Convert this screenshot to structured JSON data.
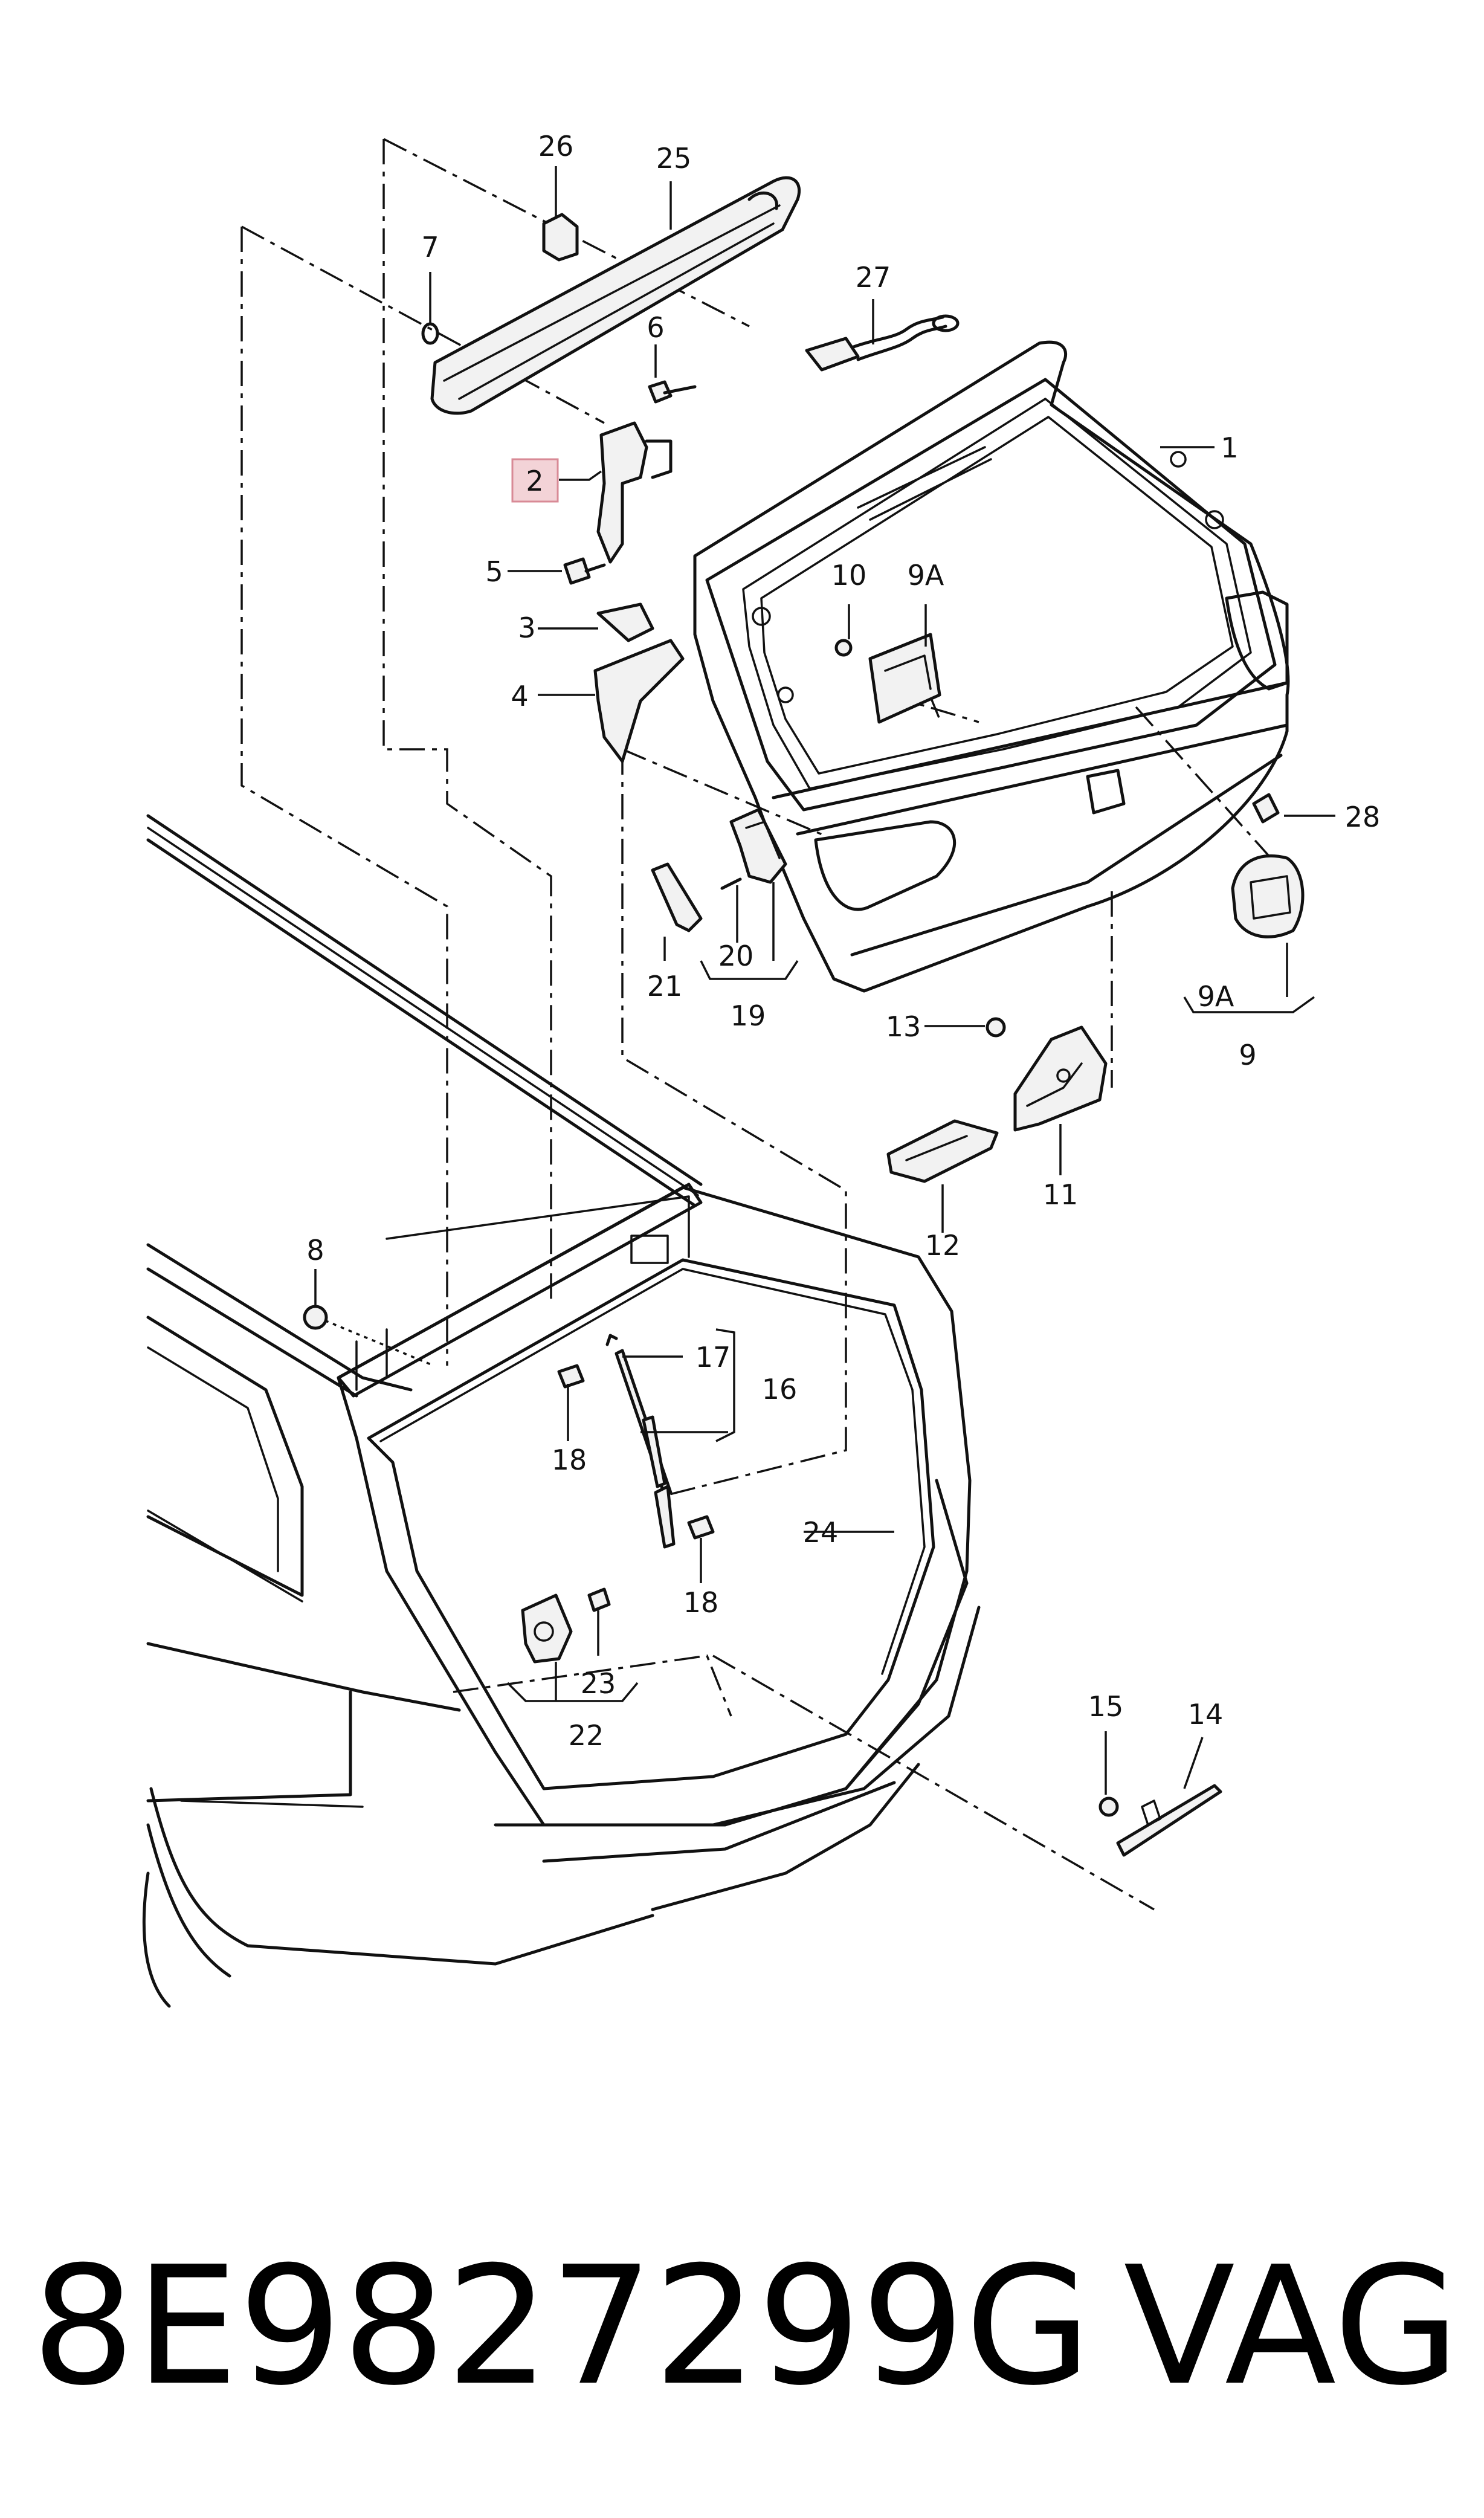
{
  "diagram": {
    "callouts": [
      "1",
      "2",
      "3",
      "4",
      "5",
      "6",
      "7",
      "8",
      "9",
      "9A",
      "9A",
      "10",
      "11",
      "12",
      "13",
      "14",
      "15",
      "16",
      "17",
      "18",
      "18",
      "19",
      "20",
      "21",
      "22",
      "23",
      "24",
      "25",
      "26",
      "27",
      "28"
    ],
    "highlighted_callout": "2",
    "highlight_color": "#f3d3d7",
    "highlight_border_color": "#d88a96"
  },
  "footer": {
    "part_number": "8E9827299G",
    "brand": "VAG"
  }
}
